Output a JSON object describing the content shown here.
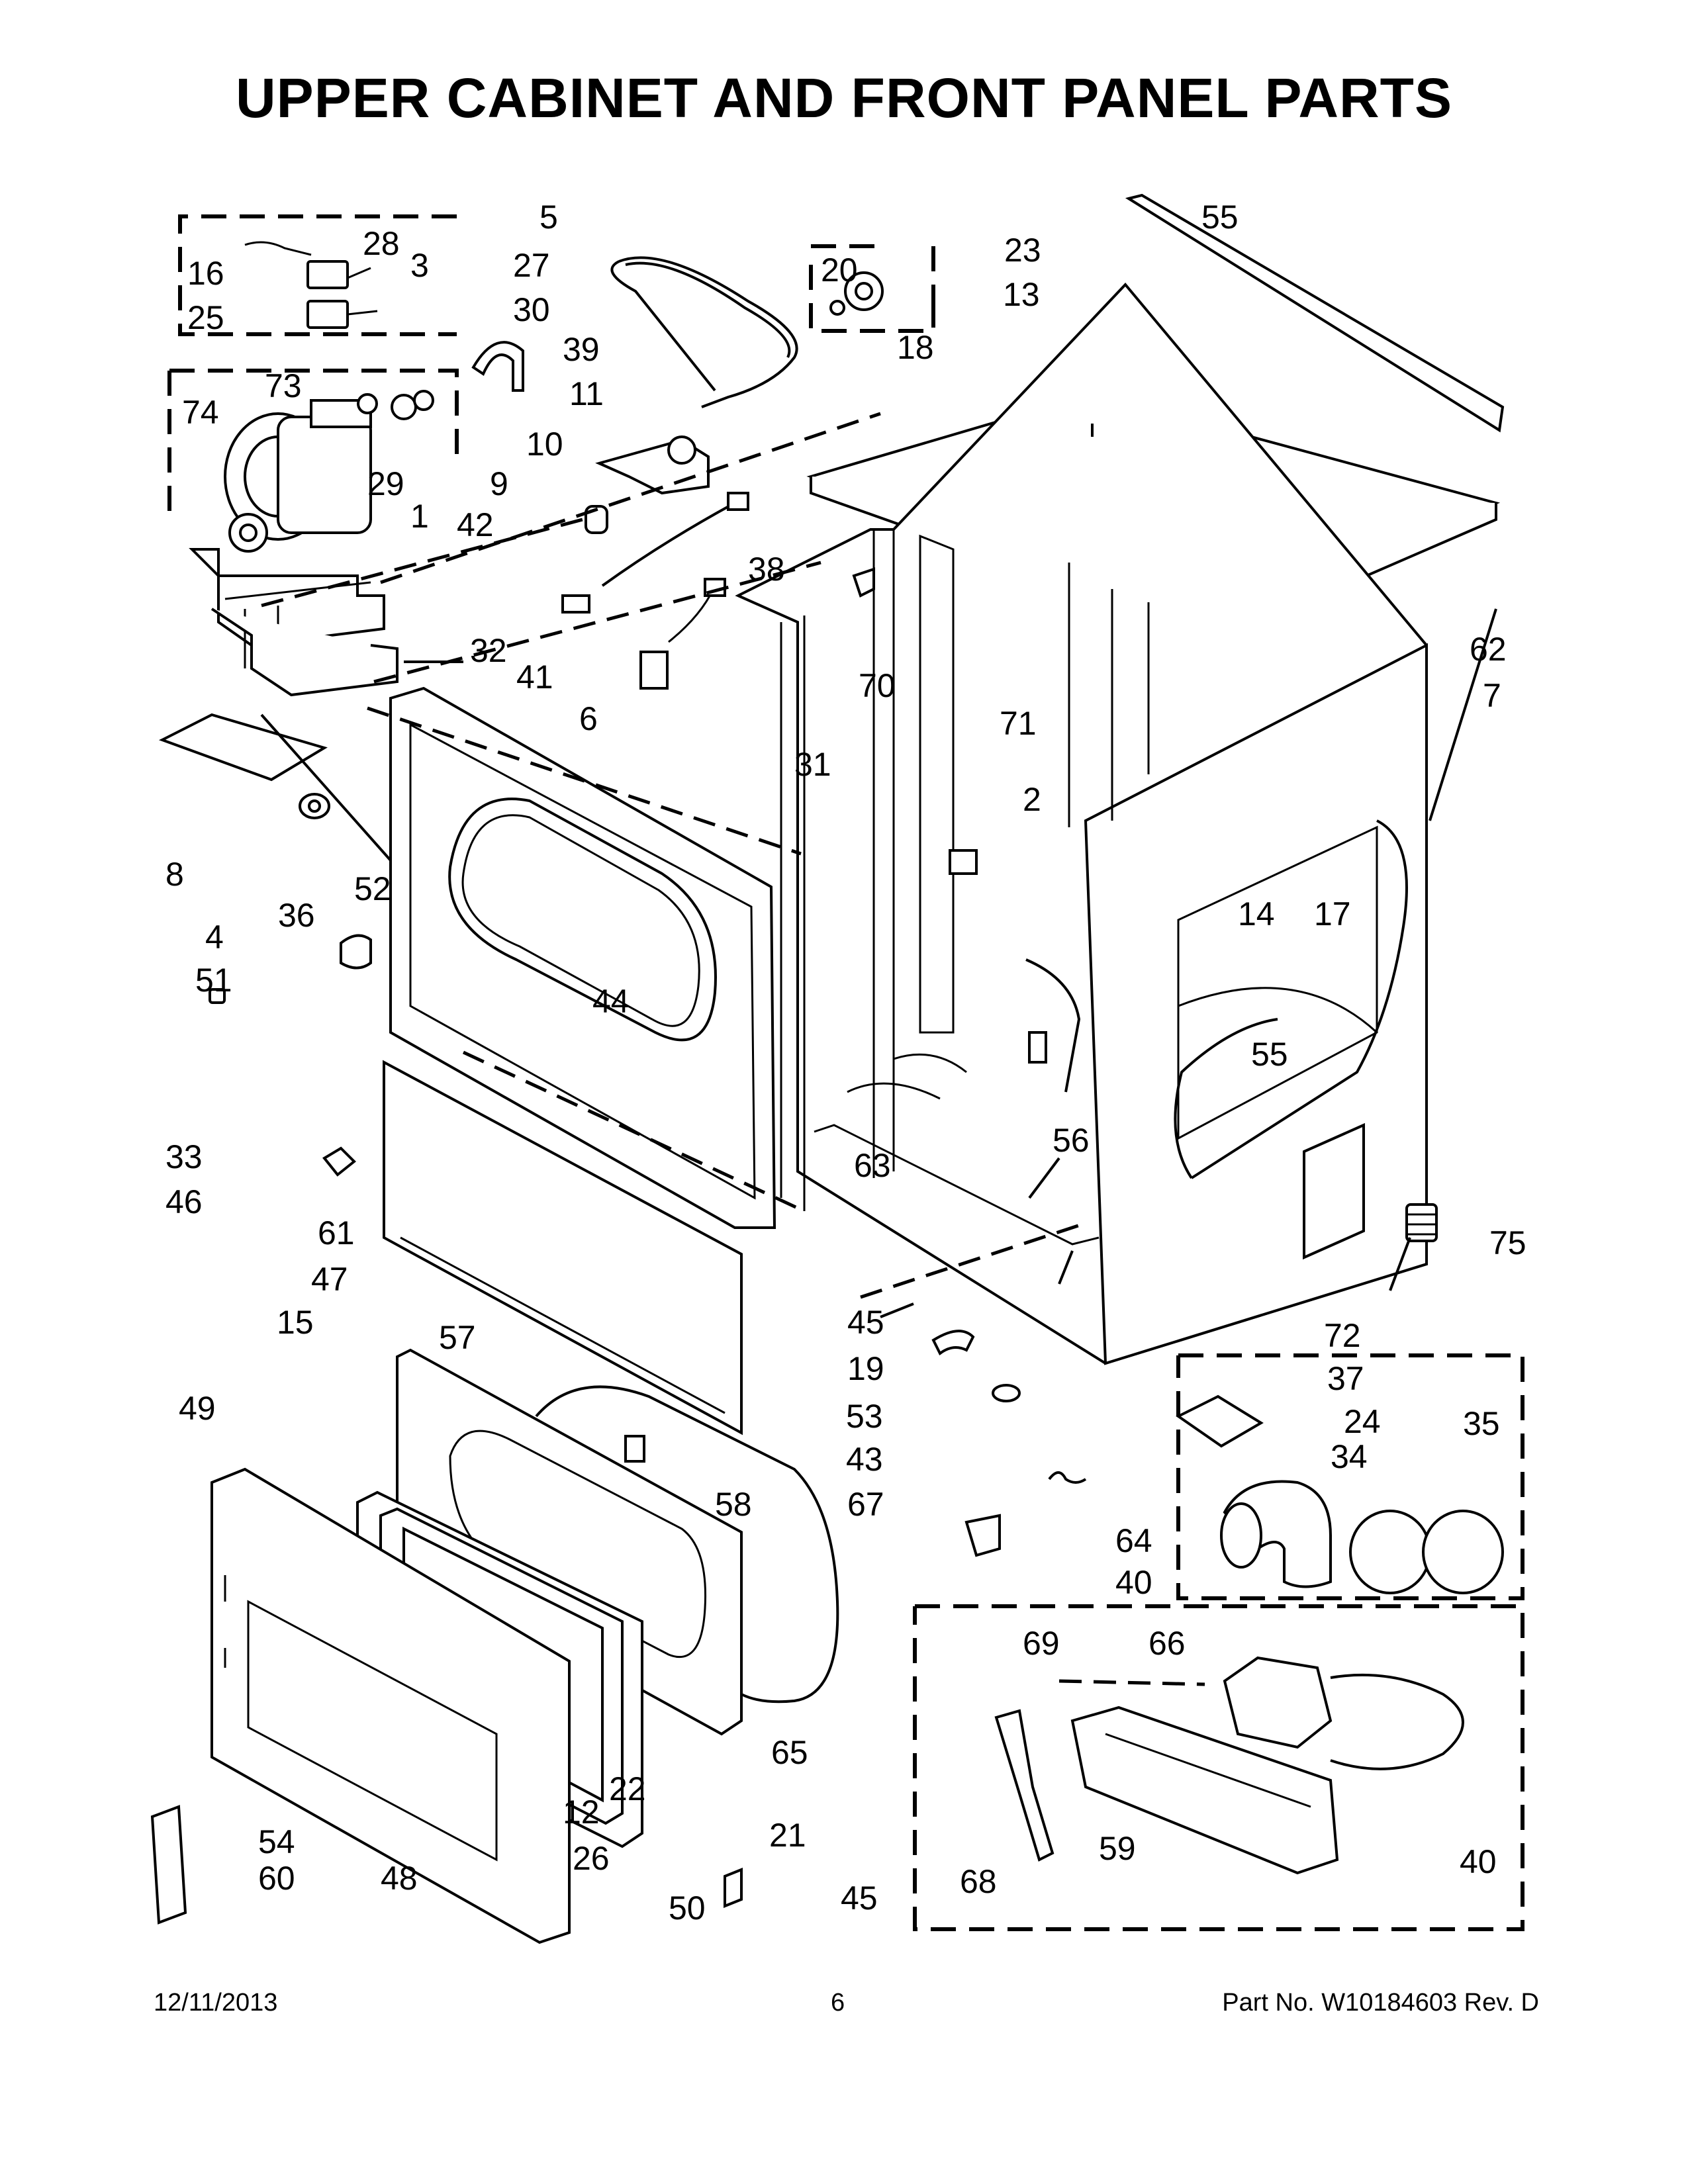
{
  "title": "UPPER CABINET AND FRONT PANEL PARTS",
  "footer": {
    "date": "12/11/2013",
    "page": "6",
    "part": "Part No.  W10184603  Rev.  D"
  },
  "callouts": [
    "1",
    "2",
    "3",
    "4",
    "5",
    "6",
    "7",
    "8",
    "9",
    "10",
    "11",
    "12",
    "13",
    "14",
    "15",
    "16",
    "17",
    "18",
    "19",
    "20",
    "21",
    "22",
    "23",
    "24",
    "25",
    "26",
    "27",
    "28",
    "29",
    "30",
    "31",
    "32",
    "33",
    "34",
    "35",
    "36",
    "37",
    "38",
    "39",
    "40",
    "41",
    "42",
    "43",
    "44",
    "45",
    "46",
    "47",
    "48",
    "49",
    "50",
    "51",
    "52",
    "53",
    "54",
    "55",
    "56",
    "57",
    "58",
    "59",
    "60",
    "61",
    "62",
    "63",
    "64",
    "65",
    "66",
    "67",
    "68",
    "69",
    "70",
    "71",
    "72",
    "73",
    "74",
    "75"
  ]
}
